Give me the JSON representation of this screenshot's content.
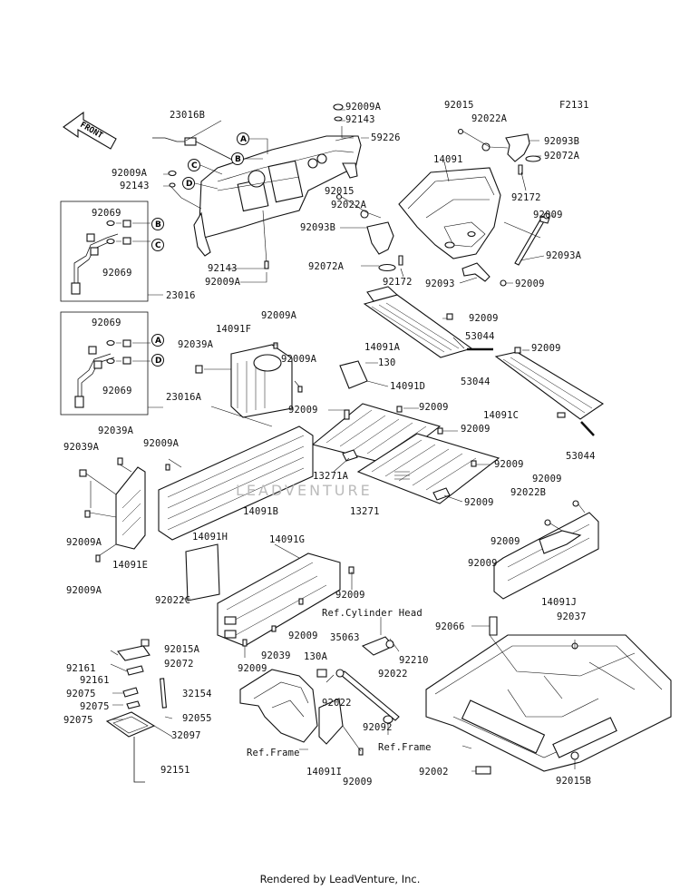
{
  "diagram_code": "F2131",
  "front_label": "FRONT",
  "footer": "Rendered by LeadVenture, Inc.",
  "watermark": "LEADVENTURE",
  "callout_letters": [
    "A",
    "B",
    "C",
    "D"
  ],
  "labels": {
    "l_23016B": "23016B",
    "l_92009A_top": "92009A",
    "l_92143_top": "92143",
    "l_59226": "59226",
    "l_92015_tr": "92015",
    "l_92022A_tr": "92022A",
    "l_92093B_tr": "92093B",
    "l_92072A_tr": "92072A",
    "l_14091": "14091",
    "l_92172_tr": "92172",
    "l_92009_tr": "92009",
    "l_92093A": "92093A",
    "l_92009A_l": "92009A",
    "l_92143_l": "92143",
    "l_92069_a": "92069",
    "l_92069_b": "92069",
    "l_23016": "23016",
    "l_92143_m": "92143",
    "l_92009A_m": "92009A",
    "l_92015_m": "92015",
    "l_92022A_m": "92022A",
    "l_92093B_m": "92093B",
    "l_92072A_m": "92072A",
    "l_92172_m": "92172",
    "l_92093": "92093",
    "l_92009_m": "92009",
    "l_92069_c": "92069",
    "l_92069_d": "92069",
    "l_23016A": "23016A",
    "l_14091F": "14091F",
    "l_92009A_f": "92009A",
    "l_92039A_f": "92039A",
    "l_92009A_f2": "92009A",
    "l_14091A": "14091A",
    "l_92009_a": "92009",
    "l_53044_a": "53044",
    "l_92009_c": "92009",
    "l_53044_b": "53044",
    "l_130": "130",
    "l_14091D": "14091D",
    "l_92009_d1": "92009",
    "l_92009_d2": "92009",
    "l_14091C": "14091C",
    "l_92009_d3": "92009",
    "l_53044_c": "53044",
    "l_92039A_b": "92039A",
    "l_92039A_b2": "92039A",
    "l_92009A_b": "92009A",
    "l_13271A": "13271A",
    "l_92009_e": "92009",
    "l_13271": "13271",
    "l_92009_e2": "92009",
    "l_14091B": "14091B",
    "l_92009_j1": "92009",
    "l_92022B": "92022B",
    "l_92009_j2": "92009",
    "l_92009A_e": "92009A",
    "l_14091E": "14091E",
    "l_92009A_e2": "92009A",
    "l_14091H": "14091H",
    "l_14091G": "14091G",
    "l_92009_j3": "92009",
    "l_14091J": "14091J",
    "l_92022C": "92022C",
    "l_92009_g": "92009",
    "l_ref_cyl": "Ref.Cylinder Head",
    "l_92066": "92066",
    "l_92037": "92037",
    "l_92009_g2": "92009",
    "l_92039": "92039",
    "l_92009_g3": "92009",
    "l_35063": "35063",
    "l_92210": "92210",
    "l_92015A": "92015A",
    "l_92072": "92072",
    "l_92161_a": "92161",
    "l_92161_b": "92161",
    "l_130A": "130A",
    "l_92022_a": "92022",
    "l_92075_a": "92075",
    "l_32154": "32154",
    "l_92022_b": "92022",
    "l_92075_b": "92075",
    "l_92075_c": "92075",
    "l_92055": "92055",
    "l_32097": "32097",
    "l_92092": "92092",
    "l_ref_frame_a": "Ref.Frame",
    "l_ref_frame_b": "Ref.Frame",
    "l_14091I": "14091I",
    "l_92009_h": "92009",
    "l_92151": "92151",
    "l_92002": "92002",
    "l_92015B": "92015B"
  }
}
